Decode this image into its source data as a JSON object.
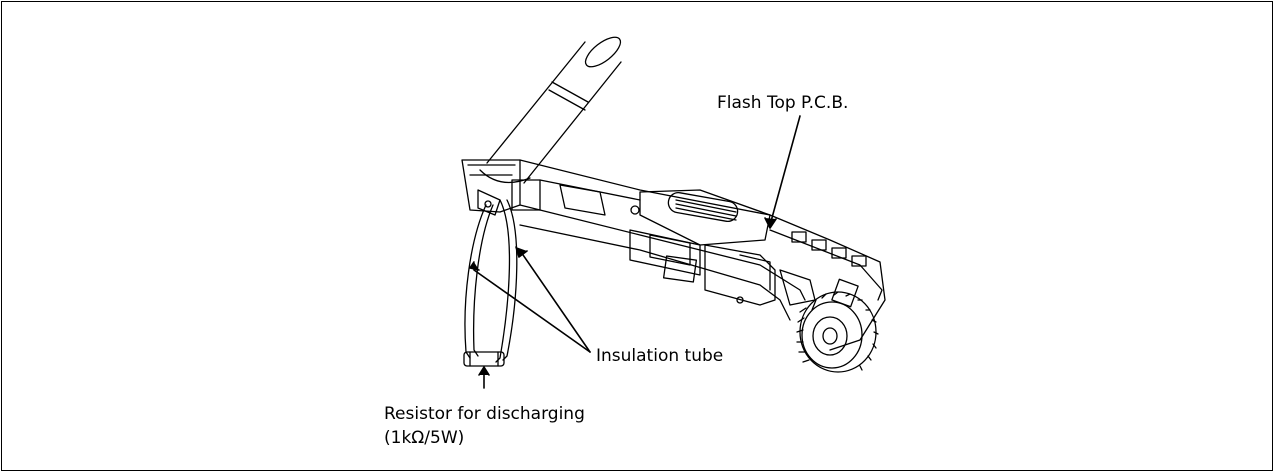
{
  "labels": {
    "flash_top_pcb": "Flash Top P.C.B.",
    "insulation_tube": "Insulation tube",
    "resistor_line1": "Resistor for discharging",
    "resistor_line2": "(1kΩ/5W)"
  },
  "colors": {
    "line": "#000000",
    "background": "#ffffff"
  }
}
